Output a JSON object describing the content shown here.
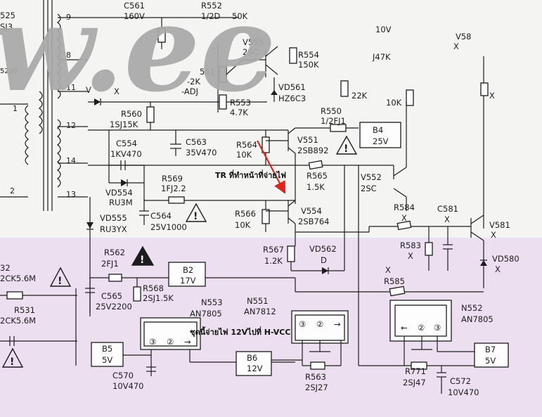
{
  "watermark": "w.ee",
  "annotations": {
    "transistor_note": "TR ที่ทำหน้าที่จ่ายไฟ",
    "regulator_note": "ชุดนี้จ่ายไฟ 12Vไปที่ H-VCC"
  },
  "colors": {
    "arrow": "#e0241c",
    "tint": "#ecdff0",
    "watermark": "#a9a9a9",
    "ink": "#1d1d1d"
  },
  "edge_labels": {
    "c561": "C561",
    "c561_val": "160V",
    "r552": "R552",
    "r552_val": "1/2D",
    "r552_val2": "50K",
    "v10": "10V",
    "v58x": "V58",
    "r525": "525",
    "r525_val": "SJ3",
    "r_5299": "5299",
    "r532": "32",
    "r532_val": "2CK5.6M",
    "r531": "R531",
    "r531_val": "2CK5.6M"
  },
  "pins": [
    "9",
    "8",
    "11",
    "1",
    "12",
    "14",
    "2",
    "13"
  ],
  "components": {
    "v553": "V553",
    "v553_val": "2SC",
    "r554": "R554",
    "r554_val": "150K",
    "r551": "551",
    "r551_val": "-2K",
    "r551_val2": "-ADJ",
    "r553": "R553",
    "r553_val": "4.7K",
    "vd561": "VD561",
    "vd561_val": "HZ6C3",
    "r_22k": "22K",
    "r_47k": "J47K",
    "r_10k": "10K",
    "r_x1": "X",
    "r_x2": "X",
    "vd": "V",
    "vd_x": "X",
    "r560": "R560",
    "r560_val": "1SJ15K",
    "r550": "R550",
    "r550_val": "1/2FJ1",
    "c563": "C563",
    "c563_val": "35V470",
    "r564": "R564",
    "r564_val": "10K",
    "v551": "V551",
    "v551_val": "2SB892",
    "c554": "C554",
    "c554_val": "1KV470",
    "r565": "R565",
    "r565_val": "1.5K",
    "v552": "V552",
    "v552_val": "2SC",
    "vd554": "VD554",
    "vd554_val": "RU3M",
    "r569": "R569",
    "r569_val": "1FJ2.2",
    "c564": "C564",
    "c564_val": "25V1000",
    "vd555": "VD555",
    "vd555_val": "RU3YX",
    "r566": "R566",
    "r566_val": "10K",
    "v554": "V554",
    "v554_val": "2SB764",
    "r584": "R584",
    "r584_x": "X",
    "c581": "C581",
    "c581_x": "X",
    "v581": "V581",
    "v581_x": "X",
    "r583": "R583",
    "r583_x": "X",
    "r567": "R567",
    "r567_val": "1.2K",
    "vd562": "VD562",
    "vd562_d": "D",
    "vd580": "VD580",
    "vd580_x": "X",
    "r562": "R562",
    "r562_val": "2FJ1",
    "r585": "R585",
    "r585_x": "X",
    "c565": "C565",
    "c565_val": "25V2200",
    "r568": "R568",
    "r568_val": "2SJ1.5K",
    "n551": "N551",
    "n551_val": "AN7812",
    "n552": "N552",
    "n552_val": "AN7805",
    "n553": "N553",
    "n553_val": "AN7805",
    "c570": "C570",
    "c570_val": "10V470",
    "r563": "R563",
    "r563_val": "2SJ27",
    "r771": "R771",
    "r771_val": "2SJ47",
    "c572": "C572",
    "c572_val": "10V470"
  },
  "boxes": {
    "b4": "B4",
    "b4_v": "25V",
    "b2": "B2",
    "b2_v": "17V",
    "b5": "B5",
    "b5_v": "5V",
    "b6": "B6",
    "b6_v": "12V",
    "b7": "B7",
    "b7_v": "5V"
  },
  "regulator_pins": {
    "n551": [
      "③",
      "②",
      "→"
    ],
    "n552": [
      "←",
      "②",
      "③"
    ],
    "n553": [
      "③",
      "②",
      "→"
    ]
  },
  "warning_mark": "!"
}
